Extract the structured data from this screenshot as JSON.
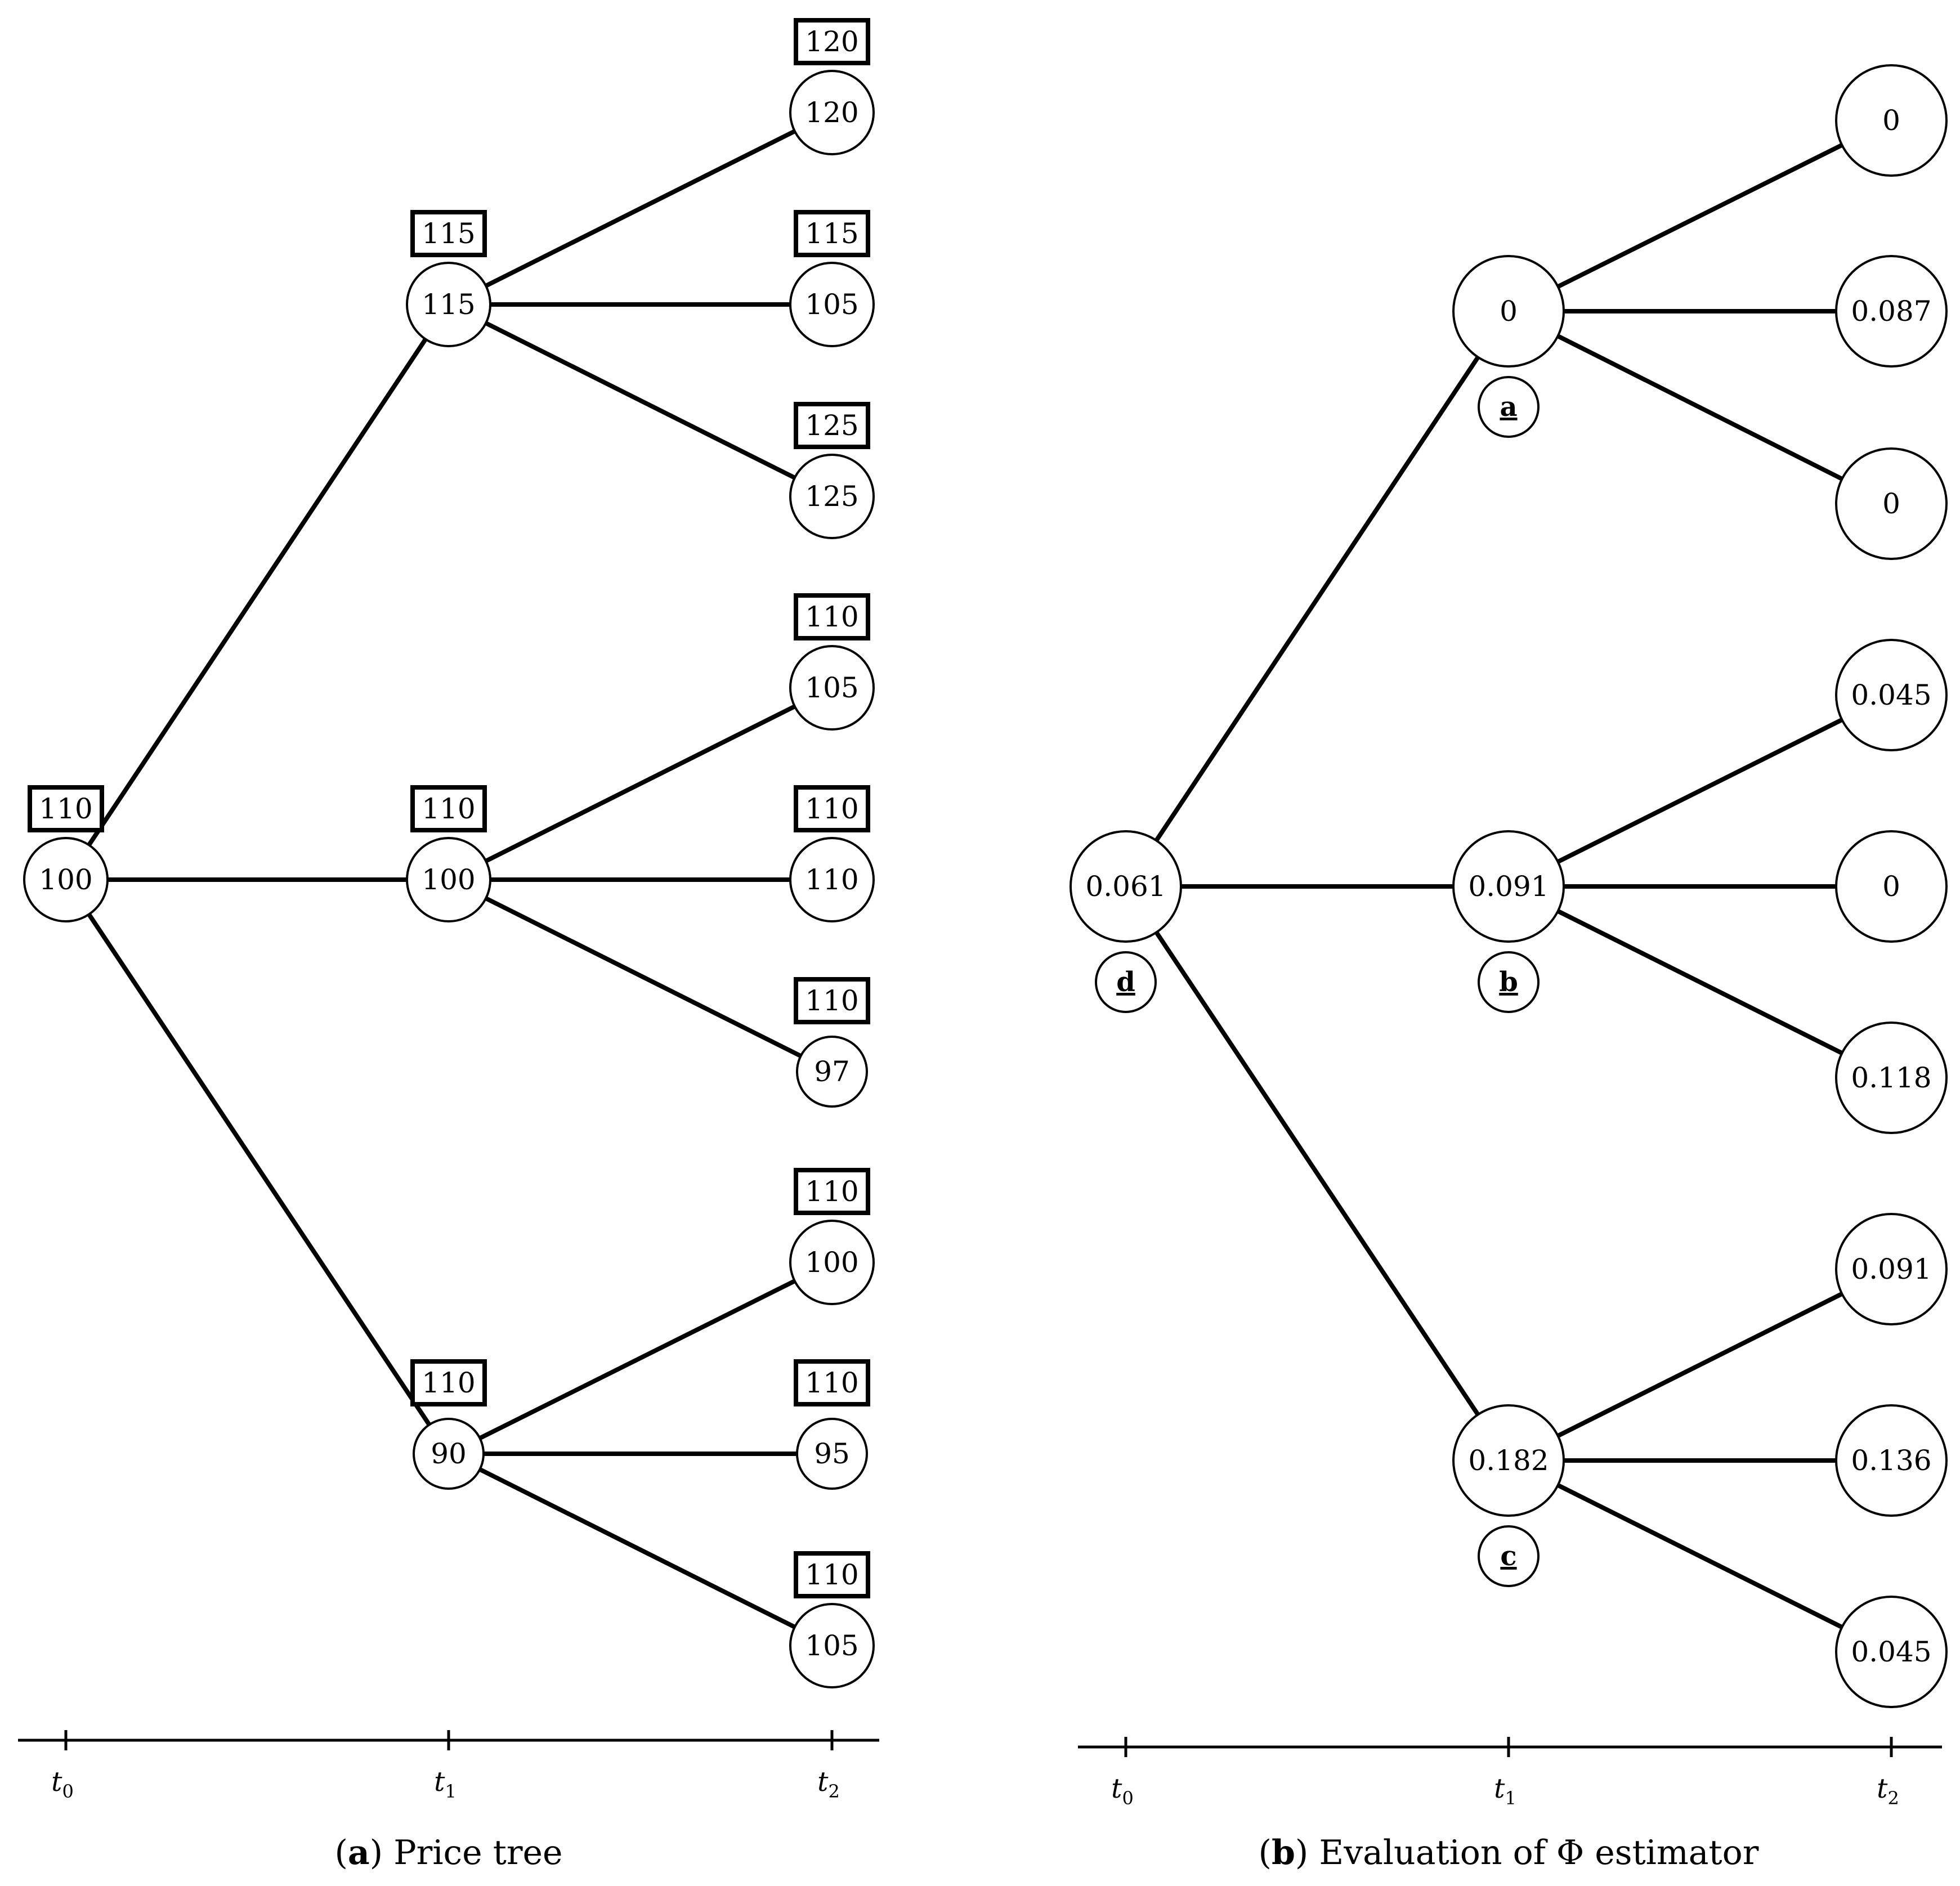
{
  "panel_a": {
    "caption": {
      "letter": "a",
      "text": "Price tree"
    },
    "axis": {
      "ticks": [
        {
          "base": "t",
          "sub": "0"
        },
        {
          "base": "t",
          "sub": "1"
        },
        {
          "base": "t",
          "sub": "2"
        }
      ]
    },
    "root": {
      "value": "100",
      "box": "110"
    },
    "level1": [
      {
        "value": "115",
        "box": "115",
        "children": [
          {
            "value": "120",
            "box": "120"
          },
          {
            "value": "105",
            "box": "115"
          },
          {
            "value": "125",
            "box": "125"
          }
        ]
      },
      {
        "value": "100",
        "box": "110",
        "children": [
          {
            "value": "105",
            "box": "110"
          },
          {
            "value": "110",
            "box": "110"
          },
          {
            "value": "97",
            "box": "110"
          }
        ]
      },
      {
        "value": "90",
        "box": "110",
        "children": [
          {
            "value": "100",
            "box": "110"
          },
          {
            "value": "95",
            "box": "110"
          },
          {
            "value": "105",
            "box": "110"
          }
        ]
      }
    ]
  },
  "panel_b": {
    "caption": {
      "letter": "b",
      "text": "Evaluation of Φ estimator"
    },
    "axis": {
      "ticks": [
        {
          "base": "t",
          "sub": "0"
        },
        {
          "base": "t",
          "sub": "1"
        },
        {
          "base": "t",
          "sub": "2"
        }
      ]
    },
    "root": {
      "value": "0.061",
      "label": "d"
    },
    "level1": [
      {
        "value": "0",
        "label": "a",
        "children": [
          {
            "value": "0"
          },
          {
            "value": "0.087"
          },
          {
            "value": "0"
          }
        ]
      },
      {
        "value": "0.091",
        "label": "b",
        "children": [
          {
            "value": "0.045"
          },
          {
            "value": "0"
          },
          {
            "value": "0.118"
          }
        ]
      },
      {
        "value": "0.182",
        "label": "c",
        "children": [
          {
            "value": "0.091"
          },
          {
            "value": "0.136"
          },
          {
            "value": "0.045"
          }
        ]
      }
    ]
  }
}
